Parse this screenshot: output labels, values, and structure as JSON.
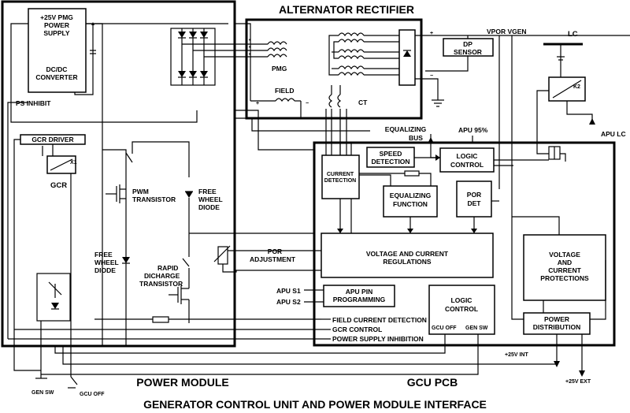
{
  "title": "GENERATOR CONTROL UNIT AND POWER MODULE INTERFACE",
  "rectifier_title": "ALTERNATOR RECTIFIER",
  "power_module": {
    "label": "POWER MODULE",
    "supply_line1": "+25V PMG",
    "supply_line2": "POWER",
    "supply_line3": "SUPPLY",
    "converter_line1": "DC/DC",
    "converter_line2": "CONVERTER",
    "ps_inhibit": "PS INHIBIT",
    "gcr_driver": "GCR DRIVER",
    "gcr": "GCR",
    "pwm_line1": "PWM",
    "pwm_line2": "TRANSISTOR",
    "fwd_top_line1": "FREE",
    "fwd_top_line2": "WHEEL",
    "fwd_top_line3": "DIODE",
    "fwd_left_line1": "FREE",
    "fwd_left_line2": "WHEEL",
    "fwd_left_line3": "DIODE",
    "rapid_line1": "RAPID",
    "rapid_line2": "DICHARGE",
    "rapid_line3": "TRANSISTOR",
    "relay_x": "X1"
  },
  "rectifier": {
    "pmg": "PMG",
    "field": "FIELD",
    "ct": "CT"
  },
  "gcu": {
    "label": "GCU PCB",
    "dp_line1": "DP",
    "dp_line2": "SENSOR",
    "vpor_vgen": "VPOR VGEN",
    "lc": "LC",
    "equalizing_line1": "EQUALIZING",
    "equalizing_line2": "BUS",
    "apu95": "APU 95%",
    "apu_lc": "APU LC",
    "speed_line1": "SPEED",
    "speed_line2": "DETECTION",
    "logic_line1": "LOGIC",
    "logic_line2": "CONTROL",
    "current_line1": "CURRENT",
    "current_line2": "DETECTION",
    "eqf_line1": "EQUALIZING",
    "eqf_line2": "FUNCTION",
    "por_line1": "POR",
    "por_line2": "DET",
    "vcr_line1": "VOLTAGE AND CURRENT",
    "vcr_line2": "REGULATIONS",
    "vcp_line1": "VOLTAGE",
    "vcp_line2": "AND",
    "vcp_line3": "CURRENT",
    "vcp_line4": "PROTECTIONS",
    "por_adj_line1": "POR",
    "por_adj_line2": "ADJUSTMENT",
    "apu_s1": "APU S1",
    "apu_s2": "APU S2",
    "apu_pin_line1": "APU PIN",
    "apu_pin_line2": "PROGRAMMING",
    "logic2_line1": "LOGIC",
    "logic2_line2": "CONTROL",
    "gcu_off": "GCU OFF",
    "gen_sw": "GEN SW",
    "pd_line1": "POWER",
    "pd_line2": "DISTRIBUTION",
    "field_current_detection": "FIELD CURRENT DETECTION",
    "gcr_control": "GCR CONTROL",
    "power_supply_inhibition": "POWER SUPPLY INHIBITION",
    "plus25_int": "+25V INT",
    "plus25_ext": "+25V EXT",
    "relay_k": "K2"
  },
  "external": {
    "gen_sw": "GEN SW",
    "gcu_off": "GCU OFF"
  },
  "signs": {
    "plus": "+",
    "minus": "−",
    "dot": "•"
  }
}
